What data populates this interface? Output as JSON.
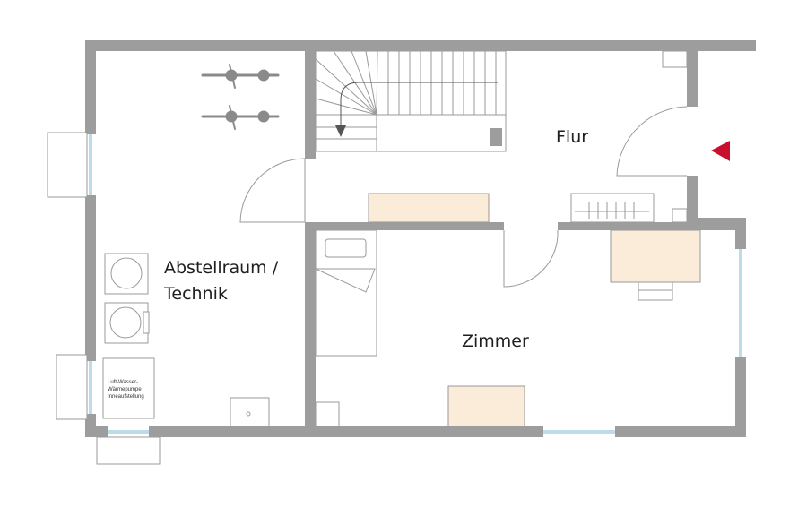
{
  "rooms": {
    "flur": "Flur",
    "abstellraum_line1": "Abstellraum /",
    "abstellraum_line2": "Technik",
    "zimmer": "Zimmer"
  },
  "equipment": {
    "heat_pump_line1": "Luft-Wasser-",
    "heat_pump_line2": "Wärmepumpe",
    "heat_pump_line3": "Inneaufstellung"
  },
  "colors": {
    "wall": "#9d9d9d",
    "window": "#bcdcea",
    "furniture_fill": "#fbebd9",
    "entrance_marker": "#c8102e"
  }
}
